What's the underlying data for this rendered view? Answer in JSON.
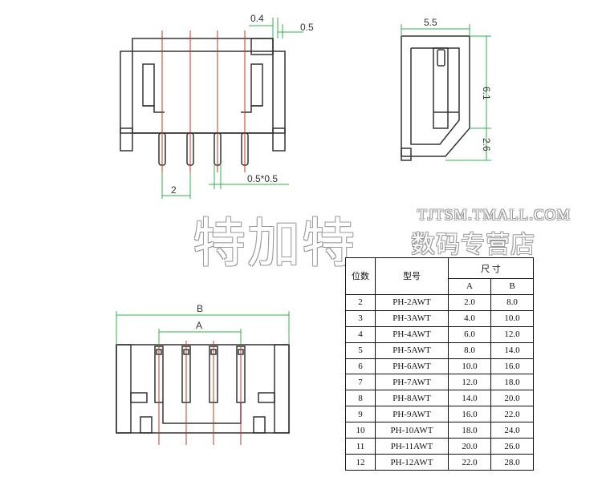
{
  "dimensions": {
    "pin_thickness": "0.4",
    "gap": "0.5",
    "width_side": "5.5",
    "height_body": "6.1",
    "pin_length": "2.6",
    "pin_pitch": "2",
    "pin_section": "0.5*0.5",
    "label_B": "B",
    "label_A": "A"
  },
  "watermark": {
    "chinese": "特加特",
    "url": "TJTSM.TMALL.COM",
    "store": "数码专营店"
  },
  "table": {
    "col_positions": "位数",
    "col_model": "型号",
    "col_size": "尺  寸",
    "col_a": "A",
    "col_b": "B",
    "rows": [
      {
        "pos": "2",
        "model": "PH-2AWT",
        "a": "2.0",
        "b": "8.0"
      },
      {
        "pos": "3",
        "model": "PH-3AWT",
        "a": "4.0",
        "b": "10.0"
      },
      {
        "pos": "4",
        "model": "PH-4AWT",
        "a": "6.0",
        "b": "12.0"
      },
      {
        "pos": "5",
        "model": "PH-5AWT",
        "a": "8.0",
        "b": "14.0"
      },
      {
        "pos": "6",
        "model": "PH-6AWT",
        "a": "10.0",
        "b": "16.0"
      },
      {
        "pos": "7",
        "model": "PH-7AWT",
        "a": "12.0",
        "b": "18.0"
      },
      {
        "pos": "8",
        "model": "PH-8AWT",
        "a": "14.0",
        "b": "20.0"
      },
      {
        "pos": "9",
        "model": "PH-9AWT",
        "a": "16.0",
        "b": "22.0"
      },
      {
        "pos": "10",
        "model": "PH-10AWT",
        "a": "18.0",
        "b": "24.0"
      },
      {
        "pos": "11",
        "model": "PH-11AWT",
        "a": "20.0",
        "b": "26.0"
      },
      {
        "pos": "12",
        "model": "PH-12AWT",
        "a": "22.0",
        "b": "28.0"
      }
    ]
  },
  "colors": {
    "outline": "#333333",
    "dimension": "#2fb24a",
    "centerline": "#c0392b"
  }
}
